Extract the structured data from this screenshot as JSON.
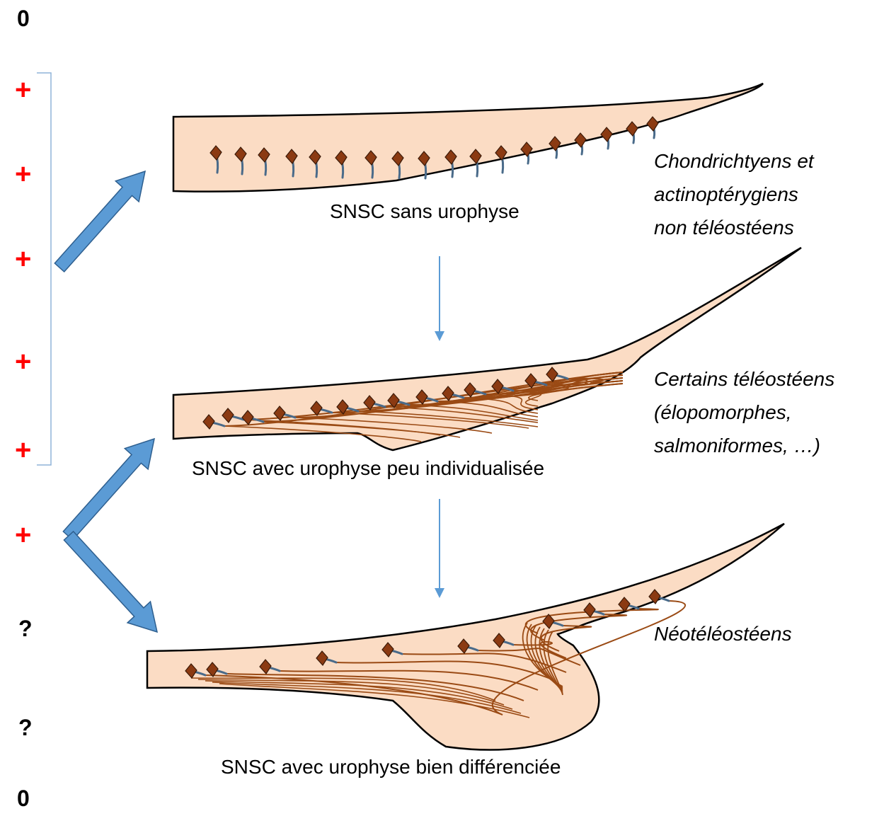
{
  "side_markers": {
    "top_zero": "0",
    "plus_1": "+",
    "plus_2": "+",
    "plus_3": "+",
    "plus_4": "+",
    "plus_5": "+",
    "plus_6": "+",
    "question_1": "?",
    "question_2": "?",
    "bottom_zero": "0"
  },
  "captions": {
    "stage1": "SNSC sans urophyse",
    "stage2": "SNSC avec urophyse peu individualisée",
    "stage3": "SNSC avec urophyse bien différenciée"
  },
  "groups": {
    "g1_line1": "Chondrichtyens et",
    "g1_line2": "actinoptérygiens",
    "g1_line3": "non téléostéens",
    "g2_line1": "Certains téléostéens",
    "g2_line2": "(élopomorphes,",
    "g2_line3": "salmoniformes, …)",
    "g3_line1": "Néotéléostéens"
  },
  "colors": {
    "tissue_fill": "#fbdcc4",
    "outline": "#000000",
    "neuron": "#8b3a12",
    "neuron_process": "#4a6b8a",
    "axon": "#9a4a14",
    "big_arrow": "#5b9bd5",
    "big_arrow_edge": "#2e5f8f",
    "thin_arrow": "#5b9bd5",
    "plus_marker": "#ff0000"
  }
}
